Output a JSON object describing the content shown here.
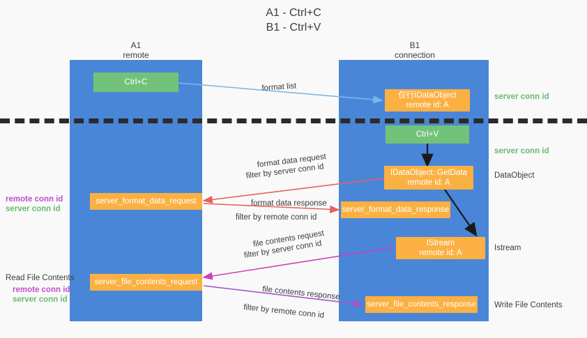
{
  "title_lines": [
    "A1 - Ctrl+C",
    "B1 - Ctrl+V"
  ],
  "lanes": [
    {
      "id": "a1",
      "name": "A1",
      "sub": "remote"
    },
    {
      "id": "b1",
      "name": "B1",
      "sub": "connection"
    }
  ],
  "colors": {
    "lane": "#4a86d8",
    "orange": "#fbb042",
    "green_box": "#72c279",
    "green_text": "#6aba6f",
    "magenta_text": "#c04fd0",
    "blue_arrow": "#7ab8e8",
    "red_arrow": "#e8615a",
    "magenta_arrow": "#cc3fbb",
    "purple_arrow": "#a455c8",
    "black_arrow": "#1a1a1a",
    "background": "#f9f9f9"
  },
  "boxes": {
    "ctrl_c": {
      "line1": "Ctrl+C"
    },
    "data_object_top": {
      "line1": "仅行IDataObject",
      "line2": "remote id: A"
    },
    "ctrl_v": {
      "line1": "Ctrl+V"
    },
    "get_data": {
      "line1": "IDataObject::GetData",
      "line2": "remote id: A"
    },
    "format_data_request": {
      "line1": "server_format_data_request"
    },
    "format_data_response": {
      "line1": "server_format_data_response"
    },
    "istream": {
      "line1": "IStream",
      "line2": "remote id: A"
    },
    "file_contents_request": {
      "line1": "server_file_contents_request"
    },
    "file_contents_response": {
      "line1": "server_file_contents_response"
    }
  },
  "right_labels": {
    "server_conn_id_1": "server conn id",
    "server_conn_id_2": "server conn id",
    "data_object": "DataObject",
    "istream": "Istream",
    "write_file_contents": "Write File Contents"
  },
  "left_labels": {
    "remote_conn_id_1": "remote conn id",
    "server_conn_id_1": "server conn id",
    "read_file_contents": "Read File Contents",
    "remote_conn_id_2": "remote conn id",
    "server_conn_id_2": "server conn id"
  },
  "arrow_labels": {
    "format_list": "format list",
    "format_data_request": "format data request",
    "format_data_request_filter_prefix": "filter by ",
    "format_data_request_filter_value": "server conn id",
    "format_data_response": "format data response",
    "format_data_response_filter_prefix": "filter by ",
    "format_data_response_filter_value": "remote conn id",
    "file_contents_request": "file contents request",
    "file_contents_request_filter_prefix": "filter by ",
    "file_contents_request_filter_value": "server conn id",
    "file_contents_response": "file contents response",
    "file_contents_response_filter_prefix": "filter by ",
    "file_contents_response_filter_value": "remote conn id"
  }
}
